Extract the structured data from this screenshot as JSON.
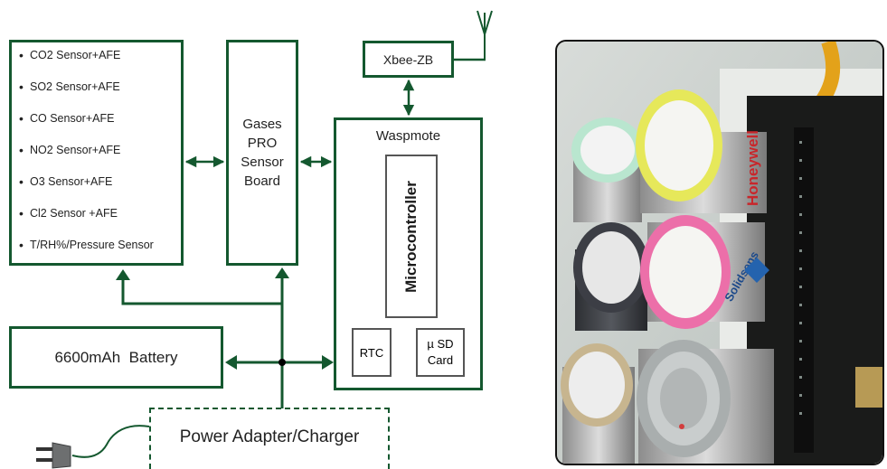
{
  "diagram": {
    "sensor_list": [
      "CO2 Sensor+AFE",
      "SO2 Sensor+AFE",
      "CO Sensor+AFE",
      "NO2 Sensor+AFE",
      "O3 Sensor+AFE",
      "Cl2 Sensor +AFE",
      "T/RH%/Pressure Sensor"
    ],
    "sensor_board": [
      "Gases",
      "PRO",
      "Sensor",
      "Board"
    ],
    "xbee": "Xbee-ZB",
    "waspmote": "Waspmote",
    "microcontroller": "Microcontroller",
    "rtc": "RTC",
    "sd_card": [
      "µ SD",
      "Card"
    ],
    "battery": "6600mAh  Battery",
    "power_adapter": "Power Adapter/Charger"
  },
  "photo": {
    "label_honeywell": "Honeywell",
    "label_solidsense": "Solidsens"
  },
  "colors": {
    "diagram_green": "#14582f",
    "sensor_rim_mint": "#b9e6cf",
    "sensor_rim_yellow": "#e6e85a",
    "sensor_rim_pink": "#ec6fa9",
    "sensor_rim_dark": "#3c3e45",
    "sensor_rim_tan": "#c7b58f"
  }
}
